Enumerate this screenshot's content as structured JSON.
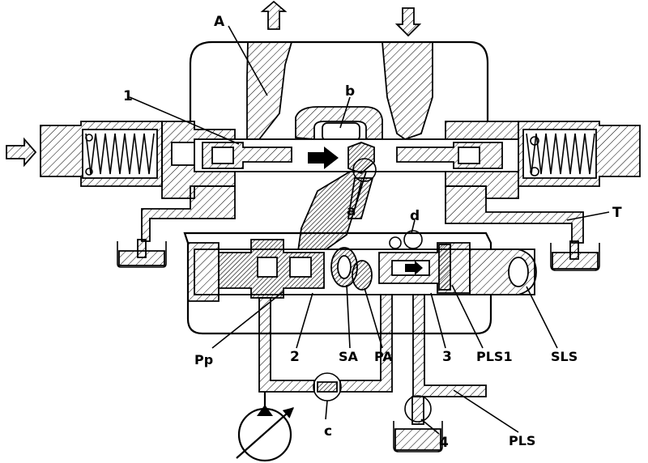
{
  "labels": {
    "A": "A",
    "b": "b",
    "one": "1",
    "a": "a",
    "d": "d",
    "T": "T",
    "Pp": "Pp",
    "two": "2",
    "SA": "SA",
    "PA": "PA",
    "three": "3",
    "PLS1": "PLS1",
    "SLS": "SLS",
    "c": "c",
    "four": "4",
    "PLS": "PLS"
  },
  "icons": [
    "flow-out-arrow-icon",
    "flow-in-arrow-icon",
    "input-arrow-icon",
    "pump-icon",
    "spool-direction-arrow-icon"
  ]
}
